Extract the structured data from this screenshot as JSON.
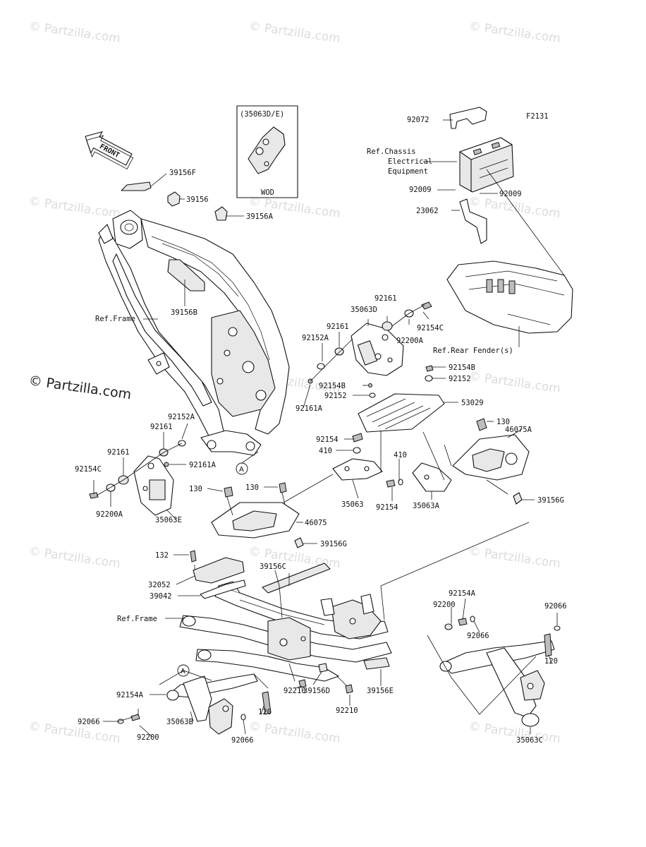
{
  "diagram_code": "F2131",
  "front_arrow_label": "FRONT",
  "watermark_text": "© Partzilla.com",
  "brand_text": "© Partzilla.com",
  "inset": {
    "title": "(35063D/E)",
    "caption": "WOD"
  },
  "refs": {
    "chassis_electrical": [
      "Ref.Chassis",
      "Electrical",
      "Equipment"
    ],
    "frame_upper": "Ref.Frame",
    "frame_lower": "Ref.Frame",
    "rear_fender": "Ref.Rear Fender(s)"
  },
  "callout_markers": [
    "A",
    "A"
  ],
  "part_labels": [
    "39156F",
    "39156",
    "39156A",
    "39156B",
    "92072",
    "92009",
    "92009",
    "23062",
    "92161",
    "35063D",
    "92161",
    "92154C",
    "92200A",
    "92152A",
    "92154B",
    "92152",
    "92154B",
    "92152",
    "53029",
    "92161A",
    "92152A",
    "92161",
    "92161",
    "92154C",
    "92200A",
    "92161A",
    "35063E",
    "92154",
    "410",
    "130",
    "46075A",
    "410",
    "35063",
    "92154",
    "35063A",
    "39156G",
    "130",
    "130",
    "46075",
    "39156G",
    "132",
    "39156C",
    "32052",
    "39042",
    "92154A",
    "92200",
    "92066",
    "92066",
    "120",
    "92210",
    "39156D",
    "39156E",
    "92210",
    "92154A",
    "92066",
    "35063B",
    "92200",
    "92066",
    "120",
    "35063C"
  ]
}
